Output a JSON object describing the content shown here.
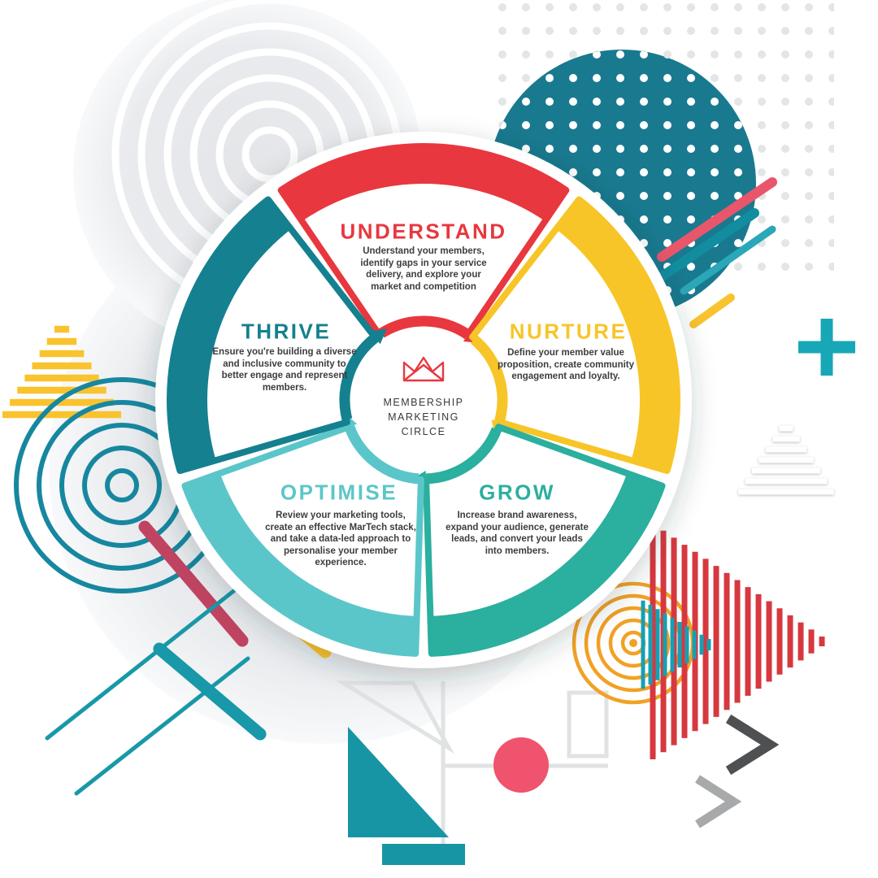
{
  "wheel": {
    "center": {
      "icon": "crown-icon",
      "lines": [
        "MEMBERSHIP",
        "MARKETING",
        "CIRLCE"
      ]
    },
    "segments": [
      {
        "id": "understand",
        "title": "UNDERSTAND",
        "color": "#E8373F",
        "description": "Understand your members, identify gaps in your service delivery, and explore your market and competition"
      },
      {
        "id": "nurture",
        "title": "NURTURE",
        "color": "#F7C527",
        "description": "Define your member value proposition, create community engagement and loyalty."
      },
      {
        "id": "grow",
        "title": "GROW",
        "color": "#2BAF9F",
        "description": "Increase brand awareness, expand your audience, generate leads, and convert your leads into members."
      },
      {
        "id": "optimise",
        "title": "OPTIMISE",
        "color": "#5BC6C9",
        "description": "Review your marketing tools, create an effective MarTech stack, and take a data-led approach to personalise your member experience."
      },
      {
        "id": "thrive",
        "title": "THRIVE",
        "color": "#15808F",
        "description": "Ensure you're building a diverse and inclusive community to better engage and represent members."
      }
    ]
  },
  "decor": {
    "palette": {
      "red": "#D7383F",
      "pink": "#F0536E",
      "maroon": "#C04461",
      "yellow": "#F9C32E",
      "orange": "#F2A124",
      "teal": "#1898A8",
      "teal_blue": "#19798F",
      "teal_light": "#5BC6C9",
      "gray_light": "#E0E2E4",
      "gray_dark": "#4E5052"
    }
  }
}
